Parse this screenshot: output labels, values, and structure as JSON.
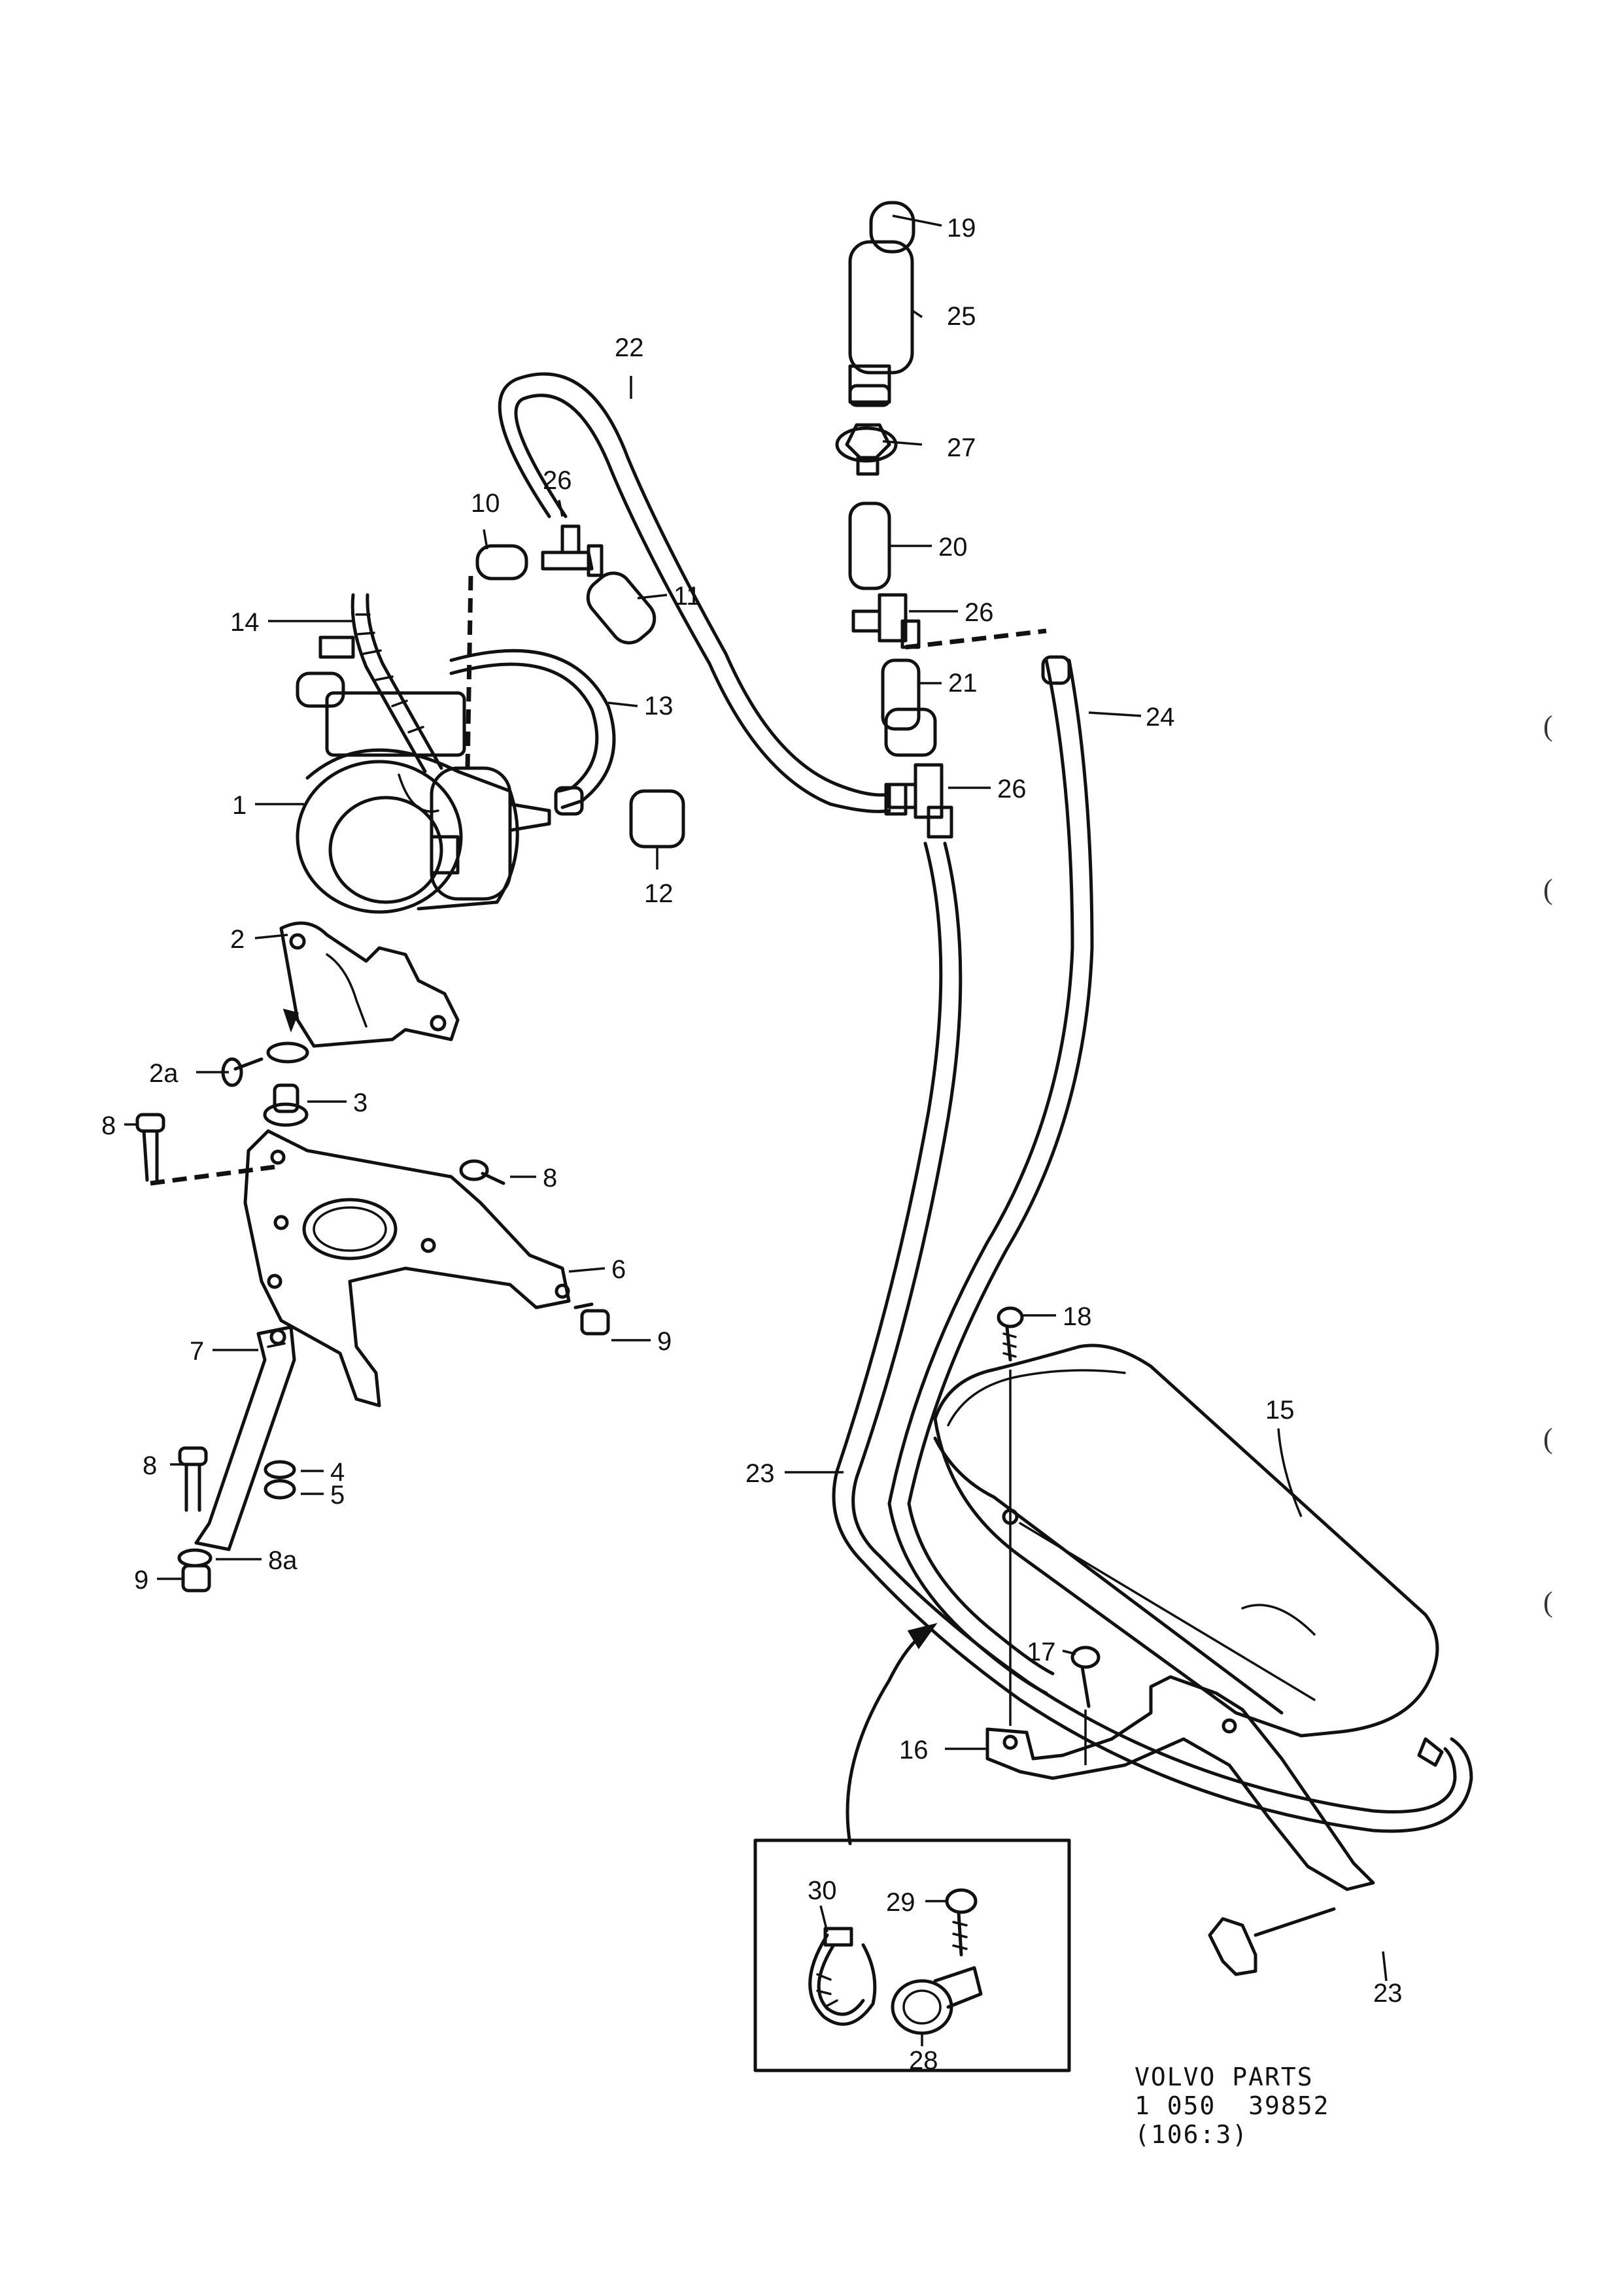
{
  "callouts": {
    "c1": "1",
    "c2": "2",
    "c2a": "2a",
    "c3": "3",
    "c4": "4",
    "c5": "5",
    "c6": "6",
    "c7": "7",
    "c8": "8",
    "c8a": "8a",
    "c9": "9",
    "c10": "10",
    "c11": "11",
    "c12": "12",
    "c13": "13",
    "c14": "14",
    "c15": "15",
    "c16": "16",
    "c17": "17",
    "c18": "18",
    "c19": "19",
    "c20": "20",
    "c21": "21",
    "c22": "22",
    "c23": "23",
    "c24": "24",
    "c25": "25",
    "c26": "26",
    "c27": "27",
    "c28": "28",
    "c29": "29",
    "c30": "30"
  },
  "caption": {
    "line1": "VOLVO PARTS",
    "line2": "1 050  39852",
    "line3": "(106:3)"
  },
  "edge_marks": [
    "(",
    "(",
    "(",
    "("
  ]
}
